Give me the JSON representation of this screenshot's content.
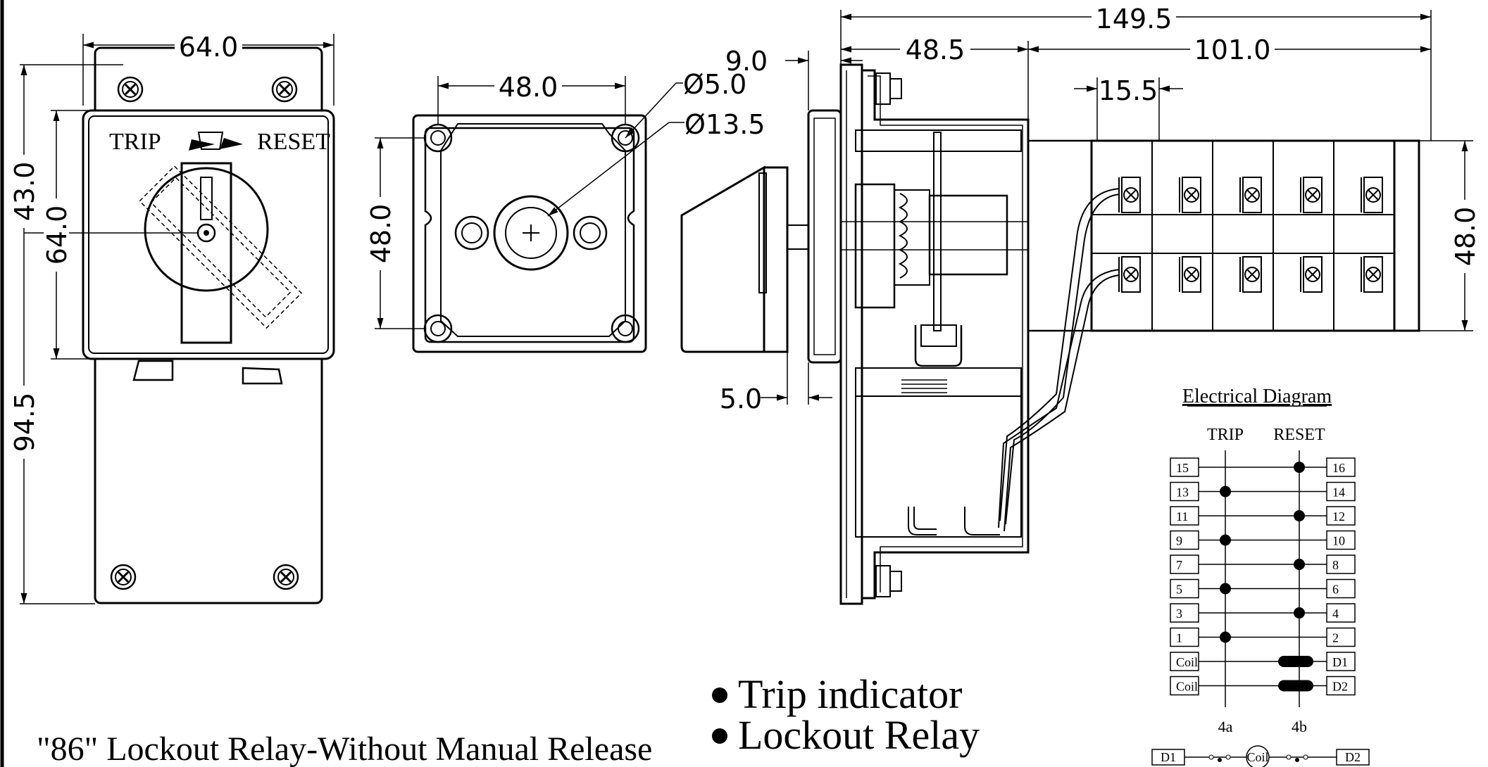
{
  "front_view": {
    "dim_width": "64.0",
    "dim_height_outer": "94.5",
    "dim_height_inner": "64.0",
    "dim_height_center": "43.0",
    "label_trip": "TRIP",
    "label_reset": "RESET",
    "screw_icon": "screw-cross-icon"
  },
  "cutout_view": {
    "dim_hole_spacing_h": "48.0",
    "dim_hole_spacing_v": "48.0",
    "dim_hole_dia": "Ø5.0",
    "dim_center_dia": "Ø13.5"
  },
  "side_view": {
    "dim_overall": "149.5",
    "dim_front": "48.5",
    "dim_rear": "101.0",
    "dim_deck": "15.5",
    "dim_panel": "9.0",
    "dim_handle": "5.0",
    "dim_height": "48.0"
  },
  "electrical": {
    "title": "Electrical Diagram",
    "col_trip": "TRIP",
    "col_reset": "RESET",
    "left_terminals": [
      "15",
      "13",
      "11",
      "9",
      "7",
      "5",
      "3",
      "1",
      "Coil",
      "Coil"
    ],
    "right_terminals": [
      "16",
      "14",
      "12",
      "10",
      "8",
      "6",
      "4",
      "2",
      "D1",
      "D2"
    ],
    "trip_contacts": [
      "13",
      "9",
      "5",
      "1"
    ],
    "reset_contacts": [
      "16",
      "12",
      "8",
      "4"
    ],
    "col_trip_code": "4a",
    "col_reset_code": "4b",
    "circuit": [
      "D1",
      "Coil",
      "D2"
    ]
  },
  "features": [
    "Trip indicator",
    "Lockout Relay"
  ],
  "caption": "\"86\" Lockout Relay-Without Manual Release"
}
